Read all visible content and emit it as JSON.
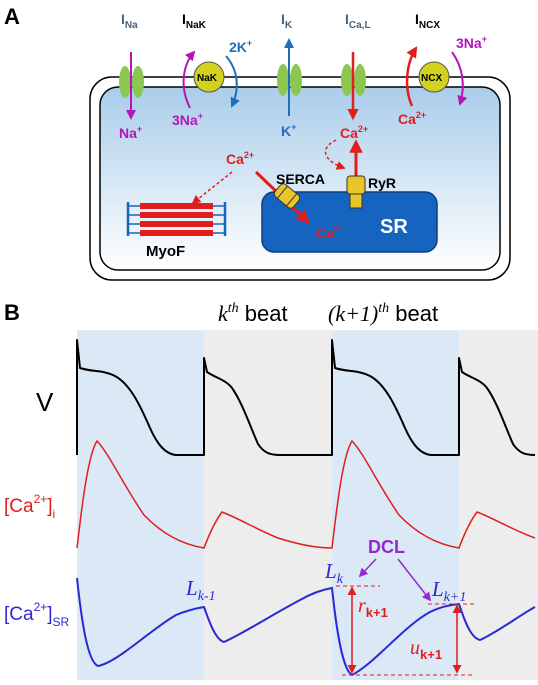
{
  "panel_a": {
    "label": "A",
    "currents": {
      "i_na": {
        "main": "I",
        "sub": "Na"
      },
      "i_nak": {
        "main": "I",
        "sub": "NaK"
      },
      "i_k": {
        "main": "I",
        "sub": "K"
      },
      "i_cal": {
        "main": "I",
        "sub": "Ca,L"
      },
      "i_ncx": {
        "main": "I",
        "sub": "NCX"
      }
    },
    "ions": {
      "na_in": {
        "base": "Na",
        "sup": "+"
      },
      "nak_out": {
        "base": "2K",
        "sup": "+"
      },
      "nak_in": {
        "base": "3Na",
        "sup": "+"
      },
      "k_out": {
        "base": "K",
        "sup": "+"
      },
      "cal_in": {
        "base": "Ca",
        "sup": "2+"
      },
      "ncx_out": {
        "base": "3Na",
        "sup": "+"
      },
      "ncx_in": {
        "base": "Ca",
        "sup": "2+"
      },
      "cyto_ca": {
        "base": "Ca",
        "sup": "2+"
      },
      "sr_ca": {
        "base": "Ca",
        "sup": "2+"
      }
    },
    "labels": {
      "nak": "NaK",
      "ncx": "NCX",
      "serca": "SERCA",
      "ryr": "RyR",
      "sr": "SR",
      "myof": "MyoF"
    },
    "colors": {
      "current_gray": "#4a6278",
      "na_magenta": "#b416b4",
      "k_blue": "#1f6fb8",
      "ca_red": "#e01e1e",
      "channel_green": "#8cc850",
      "pump_yellow": "#d2d21e",
      "sr_blue": "#1565c0"
    }
  },
  "panel_b": {
    "label": "B",
    "beat_k": {
      "var": "k",
      "sup": "th",
      "word": " beat"
    },
    "beat_k1": {
      "var": "(k+1)",
      "sup": "th",
      "word": " beat"
    },
    "trace_v": "V",
    "trace_cai": {
      "pre": "[Ca",
      "sup": "2+",
      "post": "]",
      "sub": "i"
    },
    "trace_casr": {
      "pre": "[Ca",
      "sup": "2+",
      "post": "]",
      "sub": "SR"
    },
    "l_km1": {
      "var": "L",
      "sub": "k-1"
    },
    "l_k": {
      "var": "L",
      "sub": "k"
    },
    "l_k1": {
      "var": "L",
      "sub": "k+1"
    },
    "dcl": "DCL",
    "r_k1": {
      "var": "r",
      "sub": "k+1"
    },
    "u_k1": {
      "var": "u",
      "sub": "k+1"
    },
    "colors": {
      "voltage": "#000000",
      "ca_i": "#e01e1e",
      "ca_sr": "#2a2ad2",
      "dcl": "#9628d2",
      "marker": "#e01e1e",
      "shade_beat": "#dbe8f6",
      "shade_rest": "#ededed"
    }
  }
}
